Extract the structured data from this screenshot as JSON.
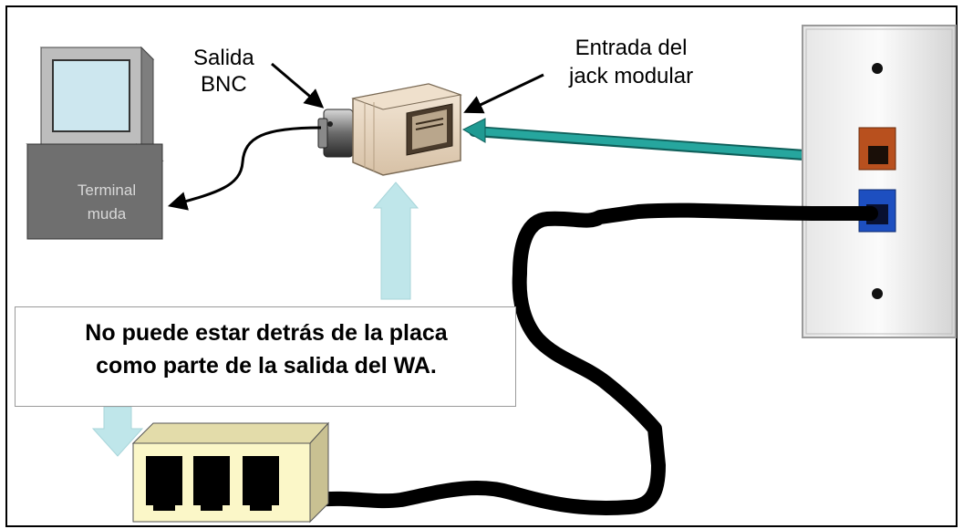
{
  "labels": {
    "bnc_output_line1": "Salida",
    "bnc_output_line2": "BNC",
    "modular_jack_input_line1": "Entrada del",
    "modular_jack_input_line2": "jack modular",
    "terminal_line1": "Terminal",
    "terminal_line2": "muda"
  },
  "note": {
    "line1": "No puede estar detrás de la placa",
    "line2": "como parte de la salida del WA."
  },
  "colors": {
    "teal_cable": "#1f9a92",
    "light_blue_arrow": "#bfe6ea",
    "orange_jack": "#b8501e",
    "blue_jack": "#1d4fc0",
    "splitter_body": "#fbf7c8",
    "cable": "#000000"
  }
}
